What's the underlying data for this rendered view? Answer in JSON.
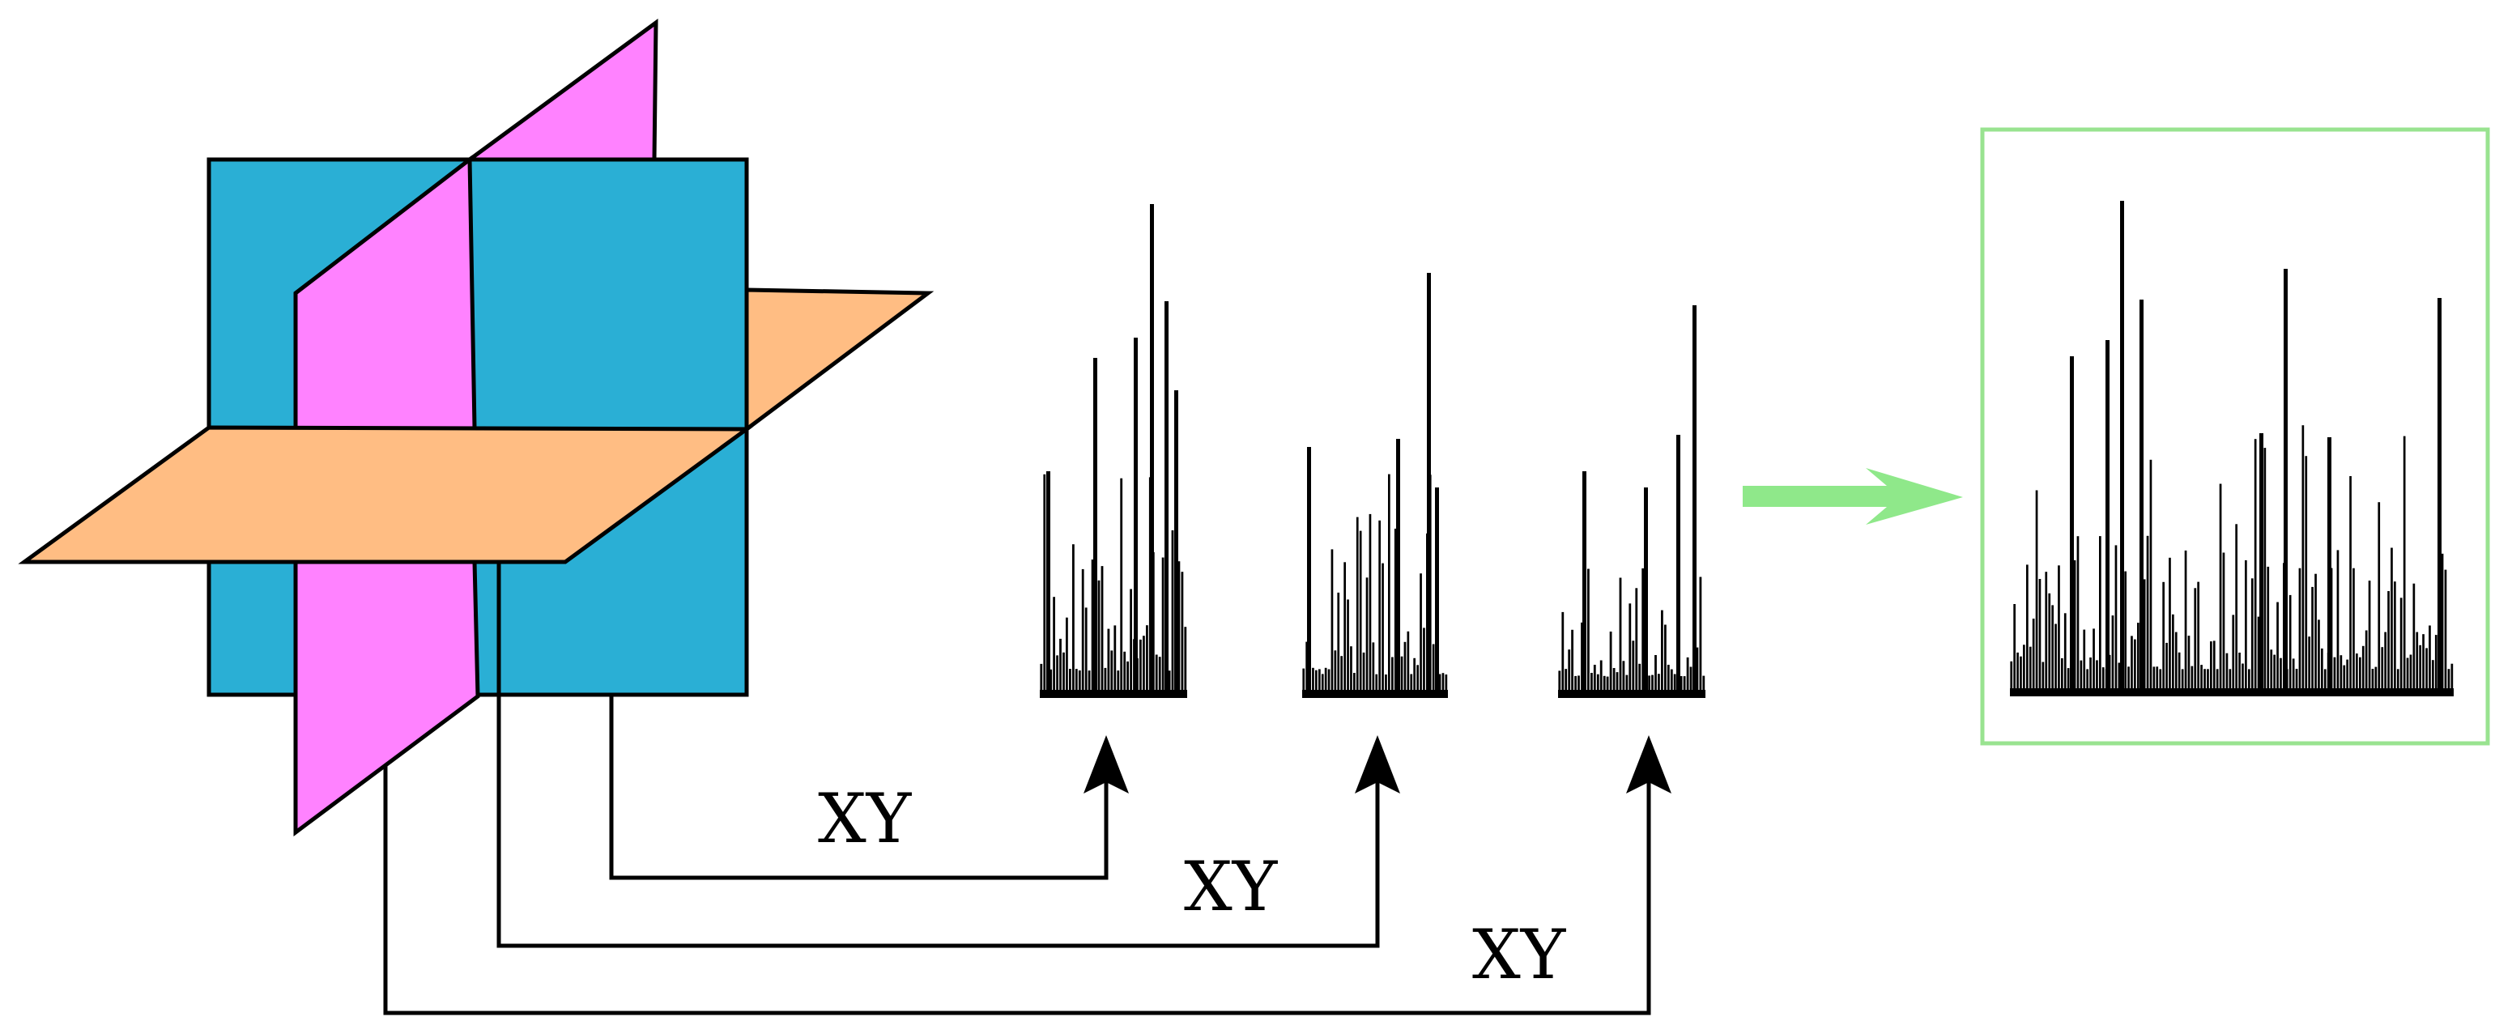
{
  "colors": {
    "blue_plane": "#2aafd5",
    "pink_plane": "#ff82ff",
    "orange_plane": "#ffbd83",
    "green_arrow": "#8fe88a",
    "green_frame": "#99e390",
    "line": "#000000"
  },
  "connector_labels": [
    "XY",
    "XY",
    "XY"
  ],
  "histograms": [
    {
      "name": "histogram-1"
    },
    {
      "name": "histogram-2"
    },
    {
      "name": "histogram-3"
    },
    {
      "name": "histogram-concatenated"
    }
  ]
}
